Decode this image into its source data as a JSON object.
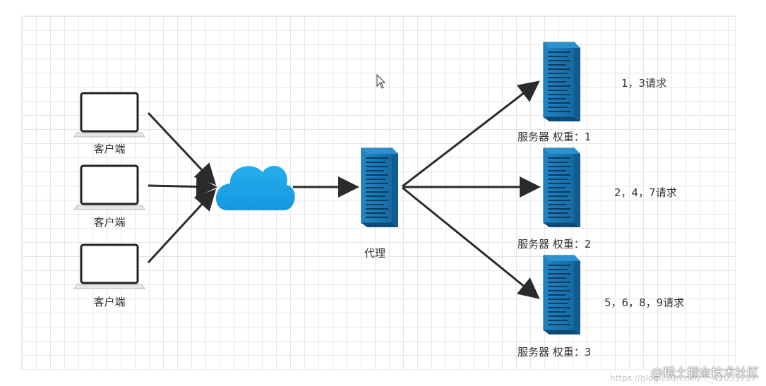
{
  "clients": [
    {
      "label": "客户端"
    },
    {
      "label": "客户端"
    },
    {
      "label": "客户端"
    }
  ],
  "proxy": {
    "label": "代理"
  },
  "servers": [
    {
      "label": "服务器 权重：1",
      "requests": "1，3请求"
    },
    {
      "label": "服务器 权重：2",
      "requests": "2，4，7请求"
    },
    {
      "label": "服务器 权重：3",
      "requests": "5，6，8，9请求"
    }
  ],
  "cloud": {
    "icon": "cloud-icon",
    "color": "#1ea1e6"
  },
  "server_color": "#1a6fa8",
  "watermark": {
    "text": "@稀土掘金技术社区",
    "url": "https://blog.csdn.net/..._42055717"
  }
}
